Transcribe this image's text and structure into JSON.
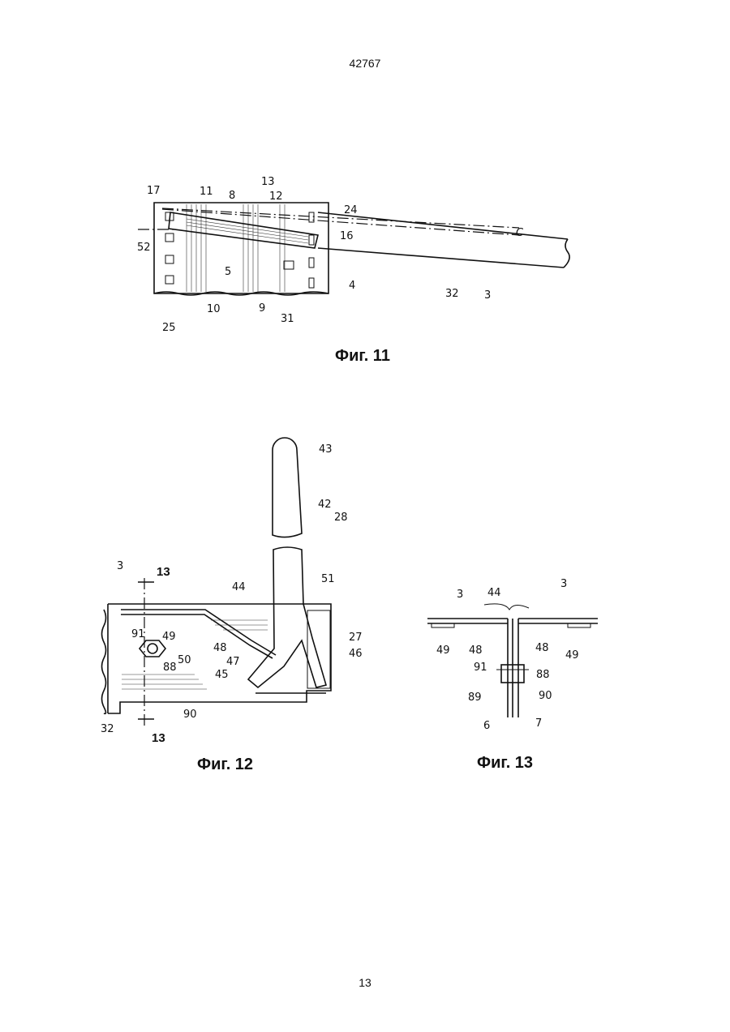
{
  "header": {
    "doc_number": "42767"
  },
  "footer": {
    "page_number": "13"
  },
  "figures": {
    "fig11": {
      "caption": "Фиг. 11",
      "labels": [
        "17",
        "11",
        "8",
        "13",
        "12",
        "24",
        "52",
        "16",
        "5",
        "4",
        "10",
        "9",
        "31",
        "25",
        "32",
        "3",
        "C"
      ]
    },
    "fig12": {
      "caption": "Фиг. 12",
      "labels": [
        "43",
        "42",
        "28",
        "3",
        "13",
        "51",
        "44",
        "27",
        "91",
        "49",
        "88",
        "50",
        "48",
        "47",
        "46",
        "45",
        "90",
        "32",
        "13"
      ]
    },
    "fig13": {
      "caption": "Фиг. 13",
      "labels": [
        "3",
        "44",
        "3",
        "49",
        "48",
        "48",
        "49",
        "91",
        "88",
        "89",
        "90",
        "6",
        "7"
      ]
    }
  }
}
